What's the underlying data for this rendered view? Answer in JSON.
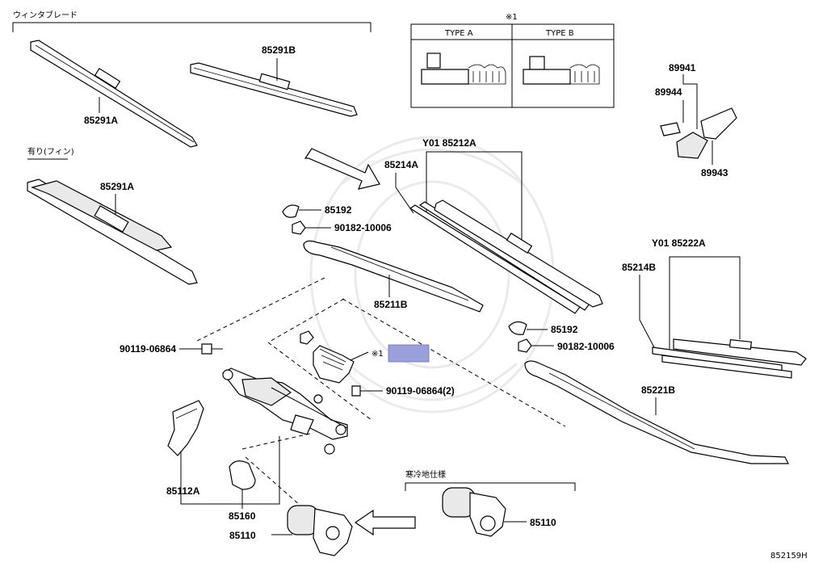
{
  "sections": {
    "wiper_blade": "ウィンタブレード",
    "with_fin": "有り(フィン)",
    "cold_spec": "寒冷地仕様"
  },
  "note_box": {
    "mark": "※1",
    "type_a": "TYPE A",
    "type_b": "TYPE B"
  },
  "parts": {
    "p85291B": "85291B",
    "p85291A_top": "85291A",
    "p85291A_fin": "85291A",
    "p89941": "89941",
    "p89944": "89944",
    "p89943": "89943",
    "p85212A_header": "Y01 85212A",
    "p85214A": "85214A",
    "p85192_top": "85192",
    "p90182_top": "90182-10006",
    "p85211B": "85211B",
    "p85222A_header": "Y01 85222A",
    "p85214B": "85214B",
    "p85192_right": "85192",
    "p90182_right": "90182-10006",
    "p85221B": "85221B",
    "p90119_left": "90119-06864",
    "p90119_mid": "90119-06864(2)",
    "p_mark1": "※1",
    "p85112A": "85112A",
    "p85160": "85160",
    "p85110_left": "85110",
    "p85110_right": "85110"
  },
  "diagram_code": "852159H",
  "highlight_color": "#9aa0dc"
}
